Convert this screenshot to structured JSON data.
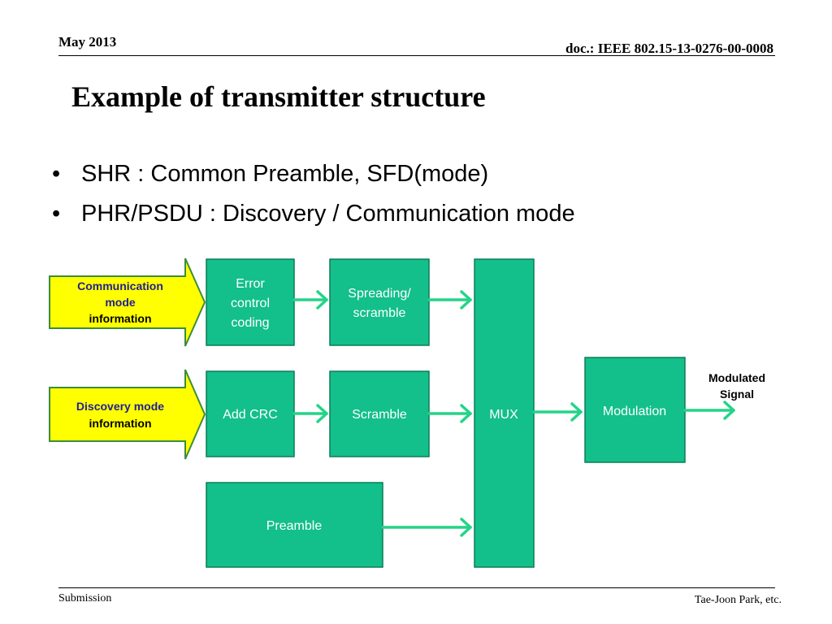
{
  "header": {
    "date": "May 2013",
    "doc_id": "doc.: IEEE 802.15-13-0276-00-0008"
  },
  "slide": {
    "title": "Example of transmitter structure",
    "bullets": [
      "SHR : Common Preamble, SFD(mode)",
      "PHR/PSDU : Discovery / Communication mode"
    ]
  },
  "diagram": {
    "inputs": {
      "communication": [
        "Communication",
        "mode",
        "information"
      ],
      "discovery": [
        "Discovery mode",
        "information"
      ]
    },
    "blocks": {
      "error_control": [
        "Error",
        "control",
        "coding"
      ],
      "spreading": [
        "Spreading/",
        "scramble"
      ],
      "add_crc": "Add CRC",
      "scramble": "Scramble",
      "preamble": "Preamble",
      "mux": "MUX",
      "modulation": "Modulation"
    },
    "output_label": [
      "Modulated",
      "Signal"
    ],
    "colors": {
      "block_fill": "#13bf8a",
      "block_border": "#0b7f55",
      "arrow": "#23d487",
      "input_fill": "#ffff00",
      "input_border": "#3c8c3c",
      "input_text_blue": "#1f1f9a"
    }
  },
  "footer": {
    "left": "Submission",
    "right": "Tae-Joon Park, etc."
  }
}
